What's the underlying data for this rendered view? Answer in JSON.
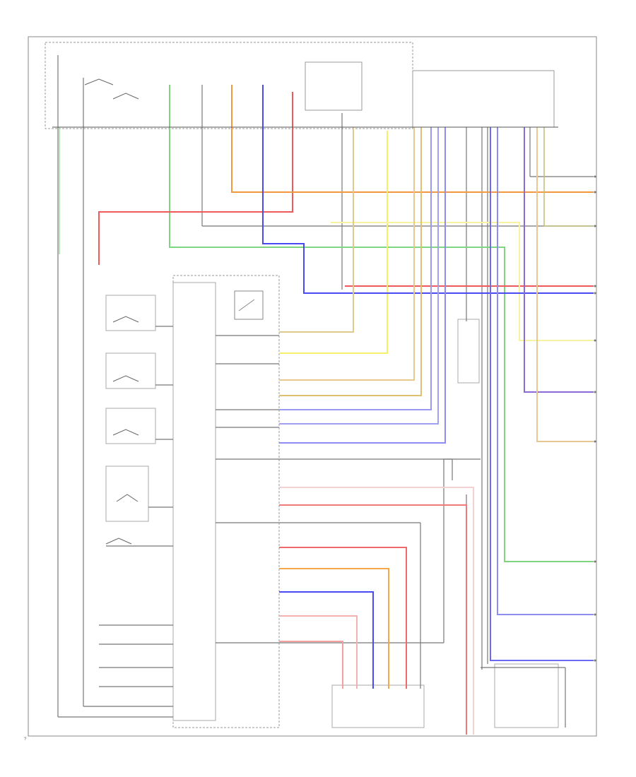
{
  "figure_id": "?",
  "colors": {
    "green": "#7fd67f",
    "red": "#ee5a5a",
    "orange": "#f39a3c",
    "yellow": "#f4f06a",
    "blue": "#4a4af2",
    "violet": "#8a6ad6",
    "pink": "#f5b0b0",
    "light_blue": "#b4b4f6",
    "grey": "#777777",
    "tan": "#e8c890",
    "dark_green": "#3aa83a"
  },
  "wires": [
    {
      "name": "green-wire",
      "color": "green"
    },
    {
      "name": "red-wire",
      "color": "red"
    },
    {
      "name": "orange-wire",
      "color": "orange"
    },
    {
      "name": "yellow-wire",
      "color": "yellow"
    },
    {
      "name": "blue-wire",
      "color": "blue"
    },
    {
      "name": "violet-wire",
      "color": "violet"
    },
    {
      "name": "pink-wire",
      "color": "pink"
    },
    {
      "name": "light-blue-wire",
      "color": "light_blue"
    },
    {
      "name": "tan-wire",
      "color": "tan"
    },
    {
      "name": "dark-green-wire",
      "color": "dark_green"
    }
  ]
}
